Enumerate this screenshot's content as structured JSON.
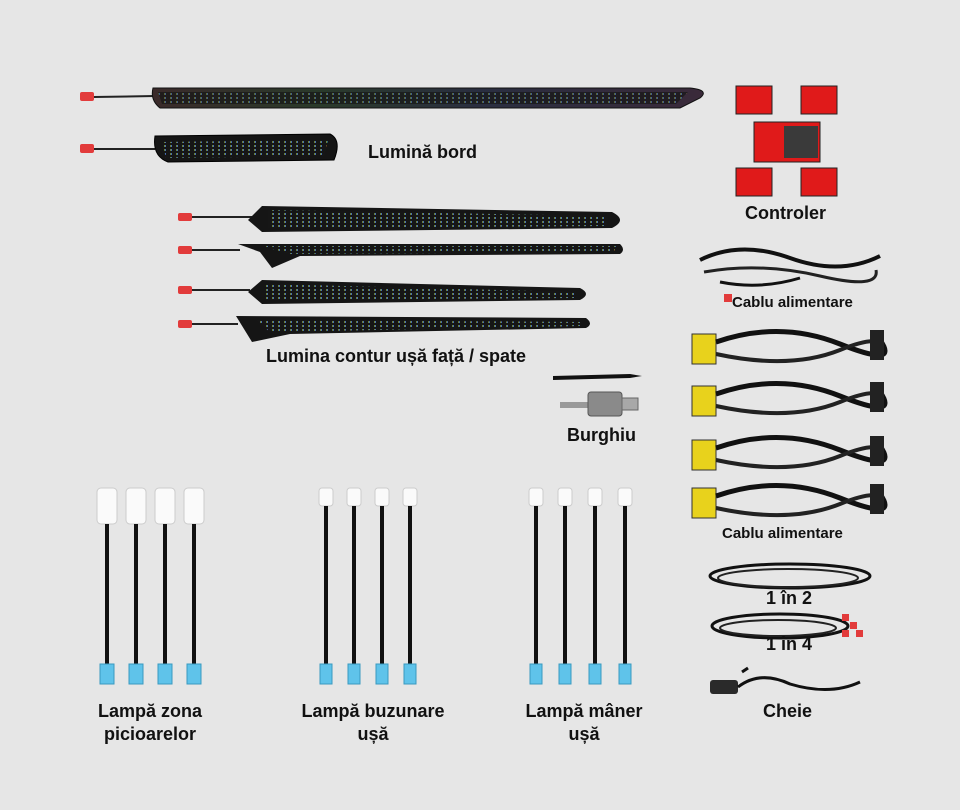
{
  "labels": {
    "dashboard_light": "Lumină bord",
    "controller": "Controler",
    "power_cable_1": "Cablu alimentare",
    "door_contour": "Lumina contur ușă față / spate",
    "drill": "Burghiu",
    "power_cable_2": "Cablu alimentare",
    "one_to_two": "1 în 2",
    "one_to_four": "1 în 4",
    "foot_lamp_l1": "Lampă zona",
    "foot_lamp_l2": "picioarelor",
    "pocket_lamp_l1": "Lampă buzunare",
    "pocket_lamp_l2": "ușă",
    "handle_lamp_l1": "Lampă mâner",
    "handle_lamp_l2": "ușă",
    "key": "Cheie"
  },
  "colors": {
    "background": "#e6e6e6",
    "controller_red": "#e01a1a",
    "connector_red": "#e23b3b",
    "connector_blue": "#5fc3ea",
    "strip_dark": "#1a1a1a",
    "connector_yellow": "#e8d21c"
  }
}
